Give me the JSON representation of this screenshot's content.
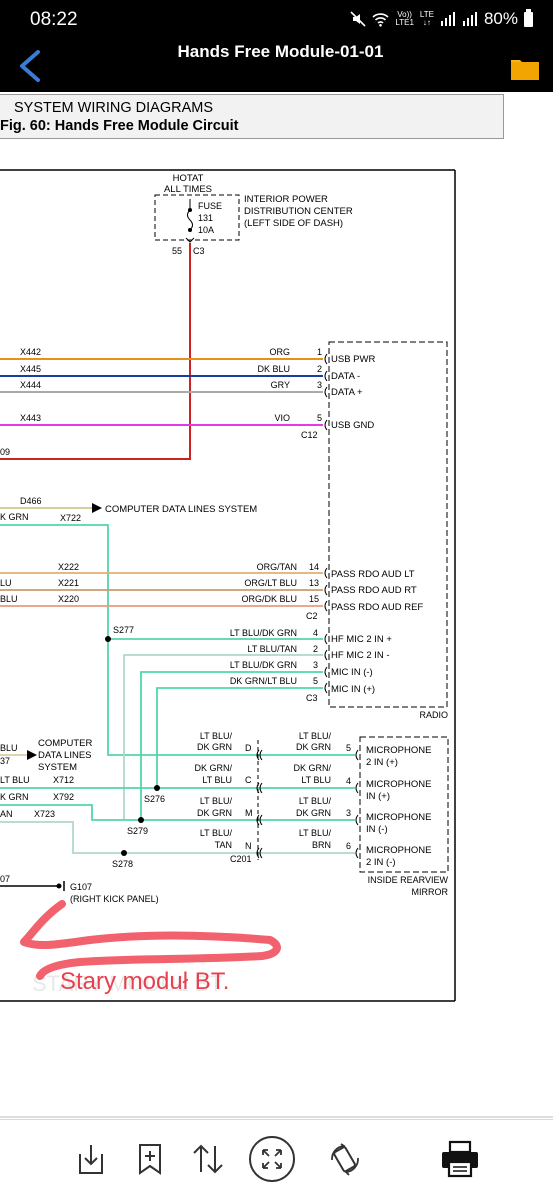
{
  "status_bar": {
    "time": "08:22",
    "network_top": "Vo))",
    "network_bottom": "LTE1",
    "lte_label": "LTE",
    "battery": "80%"
  },
  "app_bar": {
    "title": "Hands Free Module-01-01"
  },
  "doc_header": {
    "line1": "SYSTEM WIRING DIAGRAMS",
    "line2": "Fig. 60: Hands Free Module Circuit"
  },
  "diagram": {
    "hot_at_1": "HOTAT",
    "hot_at_2": "ALL TIMES",
    "fuse_label": "FUSE",
    "fuse_num": "131",
    "fuse_amp": "10A",
    "ipdc_1": "INTERIOR POWER",
    "ipdc_2": "DISTRIBUTION CENTER",
    "ipdc_3": "(LEFT SIDE OF DASH)",
    "fuse_pin": "55",
    "fuse_conn": "C3",
    "w_x442": "X442",
    "w_x445": "X445",
    "w_x444": "X444",
    "w_x443": "X443",
    "w_09": "09",
    "c_org": "ORG",
    "c_dkblu": "DK BLU",
    "c_gry": "GRY",
    "c_vio": "VIO",
    "p1": "1",
    "p2": "2",
    "p3": "3",
    "p5": "5",
    "usb_pwr": "USB PWR",
    "data_minus": "DATA -",
    "data_plus": "DATA +",
    "usb_gnd": "USB GND",
    "c12": "C12",
    "d466": "D466",
    "cdl_system": "COMPUTER DATA LINES SYSTEM",
    "k_grn": "K GRN",
    "x722": "X722",
    "x222": "X222",
    "x221": "X221",
    "x220": "X220",
    "lu": "LU",
    "blu_frag": "BLU",
    "c_orgtan": "ORG/TAN",
    "c_orgltblu": "ORG/LT BLU",
    "c_orgdkblu": "ORG/DK BLU",
    "p14": "14",
    "p13": "13",
    "p15": "15",
    "pass_lt": "PASS RDO AUD LT",
    "pass_rt": "PASS RDO AUD RT",
    "pass_ref": "PASS RDO AUD REF",
    "c2": "C2",
    "s277": "S277",
    "c_ltbludkgrn": "LT BLU/DK GRN",
    "c_ltblutan": "LT BLU/TAN",
    "c_dkgrnltblu": "DK GRN/LT BLU",
    "p4": "4",
    "p2b": "2",
    "p3b": "3",
    "p5b": "5",
    "hf_mic_plus": "HF MIC 2 IN +",
    "hf_mic_minus": "HF MIC 2 IN -",
    "mic_in_minus": "MIC IN (-)",
    "mic_in_plus": "MIC IN (+)",
    "c3": "C3",
    "radio": "RADIO",
    "left_blu": "BLU",
    "left_37": "37",
    "cdl2_1": "COMPUTER",
    "cdl2_2": "DATA LINES",
    "cdl2_3": "SYSTEM",
    "left_ltblu": "LT BLU",
    "x712": "X712",
    "left_kgrn2": "K GRN",
    "x792": "X792",
    "left_an": "AN",
    "x723": "X723",
    "l_ltblu_1": "LT BLU/",
    "l_dkgrn_1": "DK GRN",
    "pin_d": "D",
    "l_dkgrn_2": "DK GRN/",
    "l_ltblu_2": "LT BLU",
    "pin_c": "C",
    "l_ltblu_3": "LT BLU/",
    "l_dkgrn_3": "DK GRN",
    "pin_m": "M",
    "l_ltblu_4": "LT BLU/",
    "l_tan_4": "TAN",
    "pin_n": "N",
    "c201": "C201",
    "r_ltblu_1": "LT BLU/",
    "r_dkgrn_1": "DK GRN",
    "r_dkgrn_2": "DK GRN/",
    "r_ltblu_2": "LT BLU",
    "r_ltblu_3": "LT BLU/",
    "r_dkgrn_3": "DK GRN",
    "r_ltblu_4": "LT BLU/",
    "r_brn_4": "BRN",
    "mp5": "5",
    "mp4": "4",
    "mp3": "3",
    "mp6": "6",
    "mic1_a": "MICROPHONE",
    "mic1_b": "2 IN (+)",
    "mic2_a": "MICROPHONE",
    "mic2_b": "IN (+)",
    "mic3_a": "MICROPHONE",
    "mic3_b": "IN (-)",
    "mic4_a": "MICROPHONE",
    "mic4_b": "2 IN (-)",
    "mirror_1": "INSIDE REARVIEW",
    "mirror_2": "MIRROR",
    "s276": "S276",
    "s279": "S279",
    "s278": "S278",
    "w_07": "07",
    "g107": "G107",
    "g107_loc": "(RIGHT KICK PANEL)",
    "watermark": "STARY MODUŁ BT",
    "annotation": "Stary moduł BT."
  },
  "colors": {
    "orange": "#e8901c",
    "dkblue": "#1a3d9e",
    "gray": "#aaaaaa",
    "violet": "#e43ce4",
    "red": "#cc2222",
    "ltgreen": "#52d6a8",
    "pink": "#ee4a5c",
    "tan": "#e0b070"
  }
}
